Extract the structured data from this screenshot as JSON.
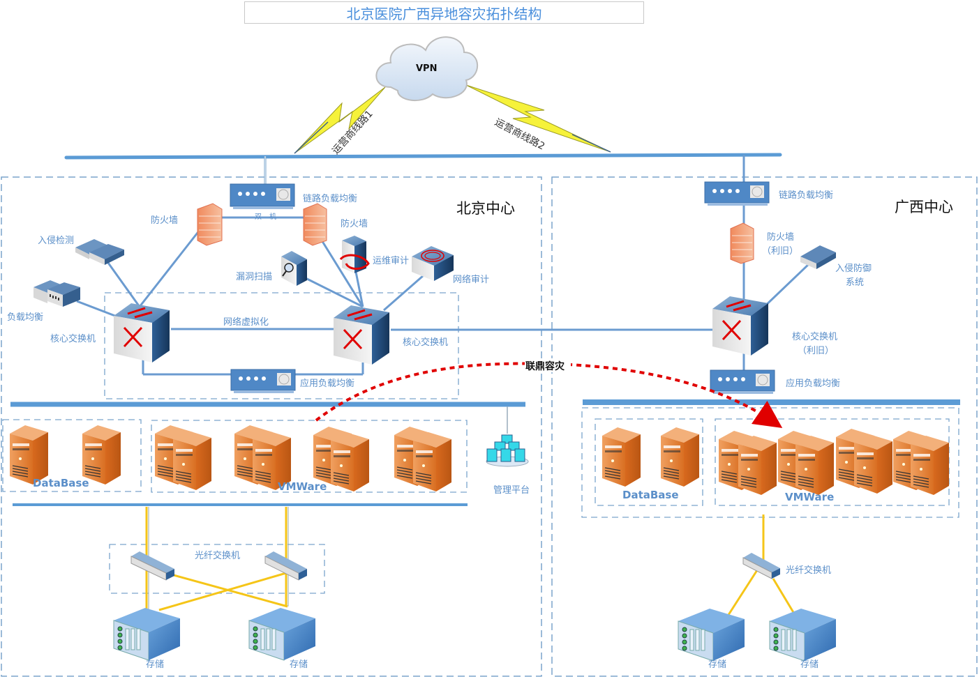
{
  "title": "北京医院广西异地容灾拓扑结构",
  "wan": {
    "cloud_label": "VPN",
    "link1_label": "运营商线路1",
    "link2_label": "运营商线路2"
  },
  "beijing": {
    "center_label": "北京中心",
    "link_lb_label": "链路负载均衡",
    "dual_label_1": "双",
    "dual_label_2": "机",
    "firewall_left_label": "防火墙",
    "firewall_right_label": "防火墙",
    "ids_label": "入侵检测",
    "load_balancer_label": "负载均衡",
    "vuln_scan_label": "漏洞扫描",
    "ops_audit_label": "运维审计",
    "net_audit_label": "网络审计",
    "core_switch_left_label": "核心交换机",
    "core_switch_right_label": "核心交换机",
    "net_virt_label": "网络虚拟化",
    "app_lb_label": "应用负载均衡",
    "database_label": "DataBase",
    "vmware_label": "VMWare",
    "mgmt_label": "管理平台",
    "fc_switch_label": "光纤交换机",
    "storage_left_label": "存储",
    "storage_right_label": "存储"
  },
  "guangxi": {
    "center_label": "广西中心",
    "link_lb_label": "链路负载均衡",
    "firewall_label": "防火墙",
    "firewall_note": "（利旧）",
    "ips_label_1": "入侵防御",
    "ips_label_2": "系统",
    "core_switch_label": "核心交换机",
    "core_switch_note": "（利旧）",
    "app_lb_label": "应用负载均衡",
    "database_label": "DataBase",
    "vmware_label": "VMWare",
    "fc_switch_label": "光纤交换机",
    "storage_left_label": "存储",
    "storage_right_label": "存储"
  },
  "replication": {
    "label": "联鼎容灾"
  },
  "colors": {
    "bus_blue": "#5b9bd5",
    "label_blue": "#5b8fc9",
    "dashed_border": "#7aa4cc",
    "server_orange": "#e07b2e",
    "fiber_yellow": "#f5c518",
    "replication_red": "#e00000",
    "title_blue": "#4a8fdc"
  }
}
